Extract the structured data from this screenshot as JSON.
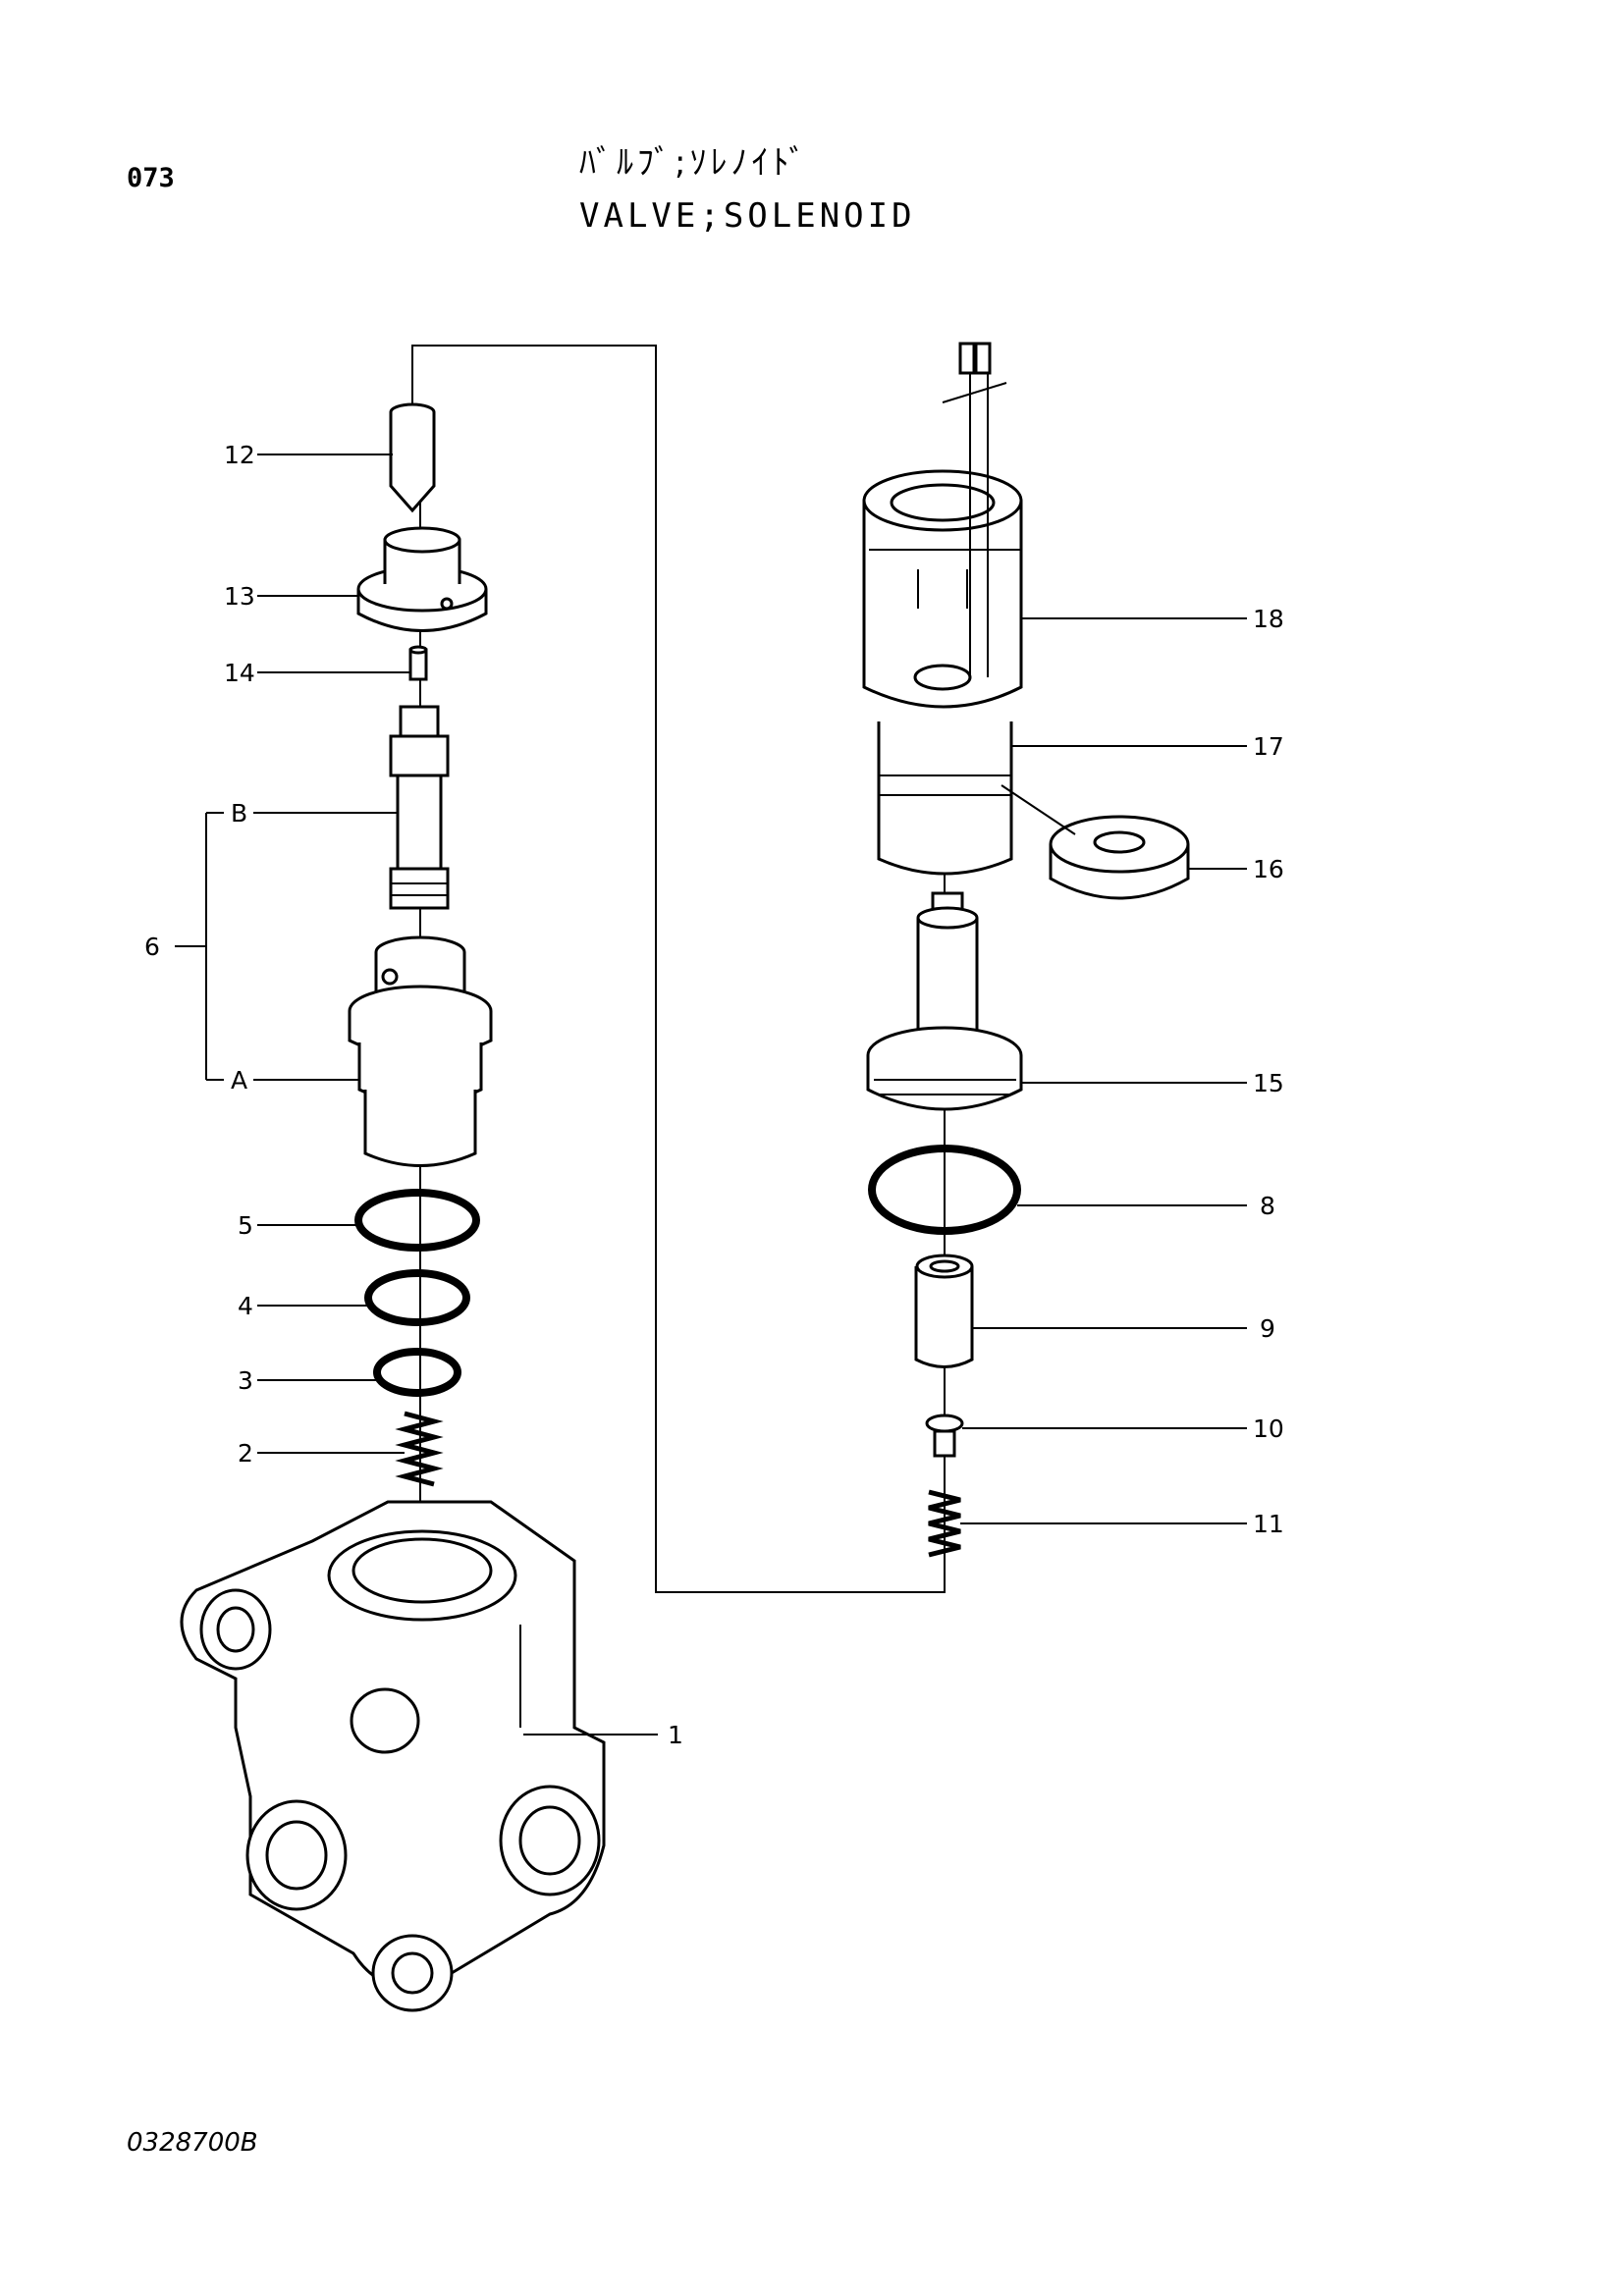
{
  "header": {
    "page_number": "073",
    "title_jp": "ﾊﾞﾙﾌﾞ;ｿﾚﾉｲﾄﾞ",
    "title_en": "VALVE;SOLENOID"
  },
  "footer": {
    "drawing_code": "0328700B"
  },
  "callouts": {
    "c1": "1",
    "c2": "2",
    "c3": "3",
    "c4": "4",
    "c5": "5",
    "c6": "6",
    "c8": "8",
    "c9": "9",
    "c10": "10",
    "c11": "11",
    "c12": "12",
    "c13": "13",
    "c14": "14",
    "c15": "15",
    "c16": "16",
    "c17": "17",
    "c18": "18",
    "cA": "A",
    "cB": "B"
  }
}
